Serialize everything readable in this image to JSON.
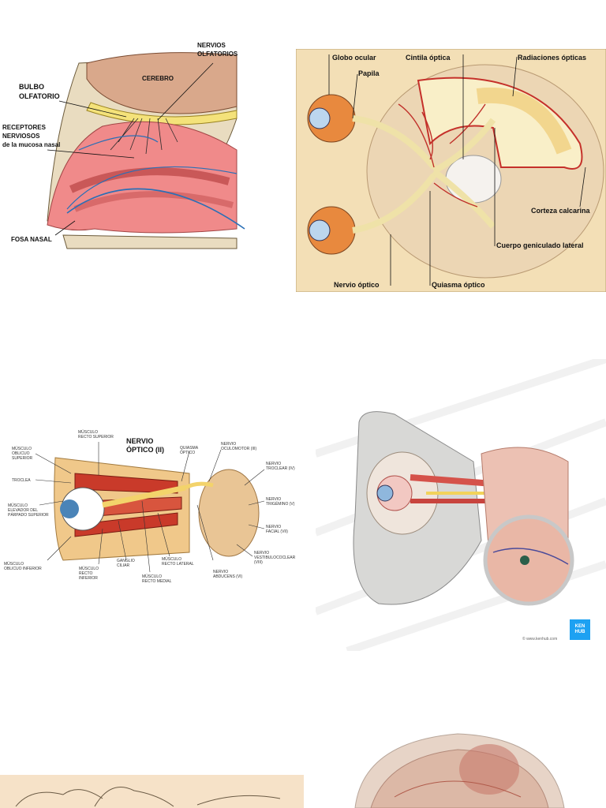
{
  "colors": {
    "page_bg": "#ffffff",
    "nasal_tissue": "#f08a8a",
    "bone": "#e9dcc0",
    "nerve": "#f3d36b",
    "airflow": "#2a6fb6",
    "brain_bg": "#f3dfb6",
    "vessel": "#c0302a",
    "kenhub_badge": "#1da1f2"
  },
  "olfactory": {
    "labels": {
      "nervios": "NERVIOS\nOLFATORIOS",
      "cerebro": "CEREBRO",
      "bulbo": "BULBO\nOLFATORIO",
      "receptores": "RECEPTORES\nNERVIOSOS\nde la mucosa nasal",
      "fosa": "FOSA NASAL"
    }
  },
  "visual_pathway": {
    "labels": {
      "globo": "Globo ocular",
      "cintila": "Cintila óptica",
      "radiaciones": "Radiaciones ópticas",
      "papila": "Papila",
      "corteza": "Corteza calcarina",
      "cuerpo": "Cuerpo geniculado lateral",
      "nervio": "Nervio óptico",
      "quiasma": "Quiasma óptico"
    }
  },
  "orbit": {
    "title": "NERVIO\nÓPTICO (II)",
    "labels": {
      "recto_sup": "MÚSCULO\nRECTO SUPERIOR",
      "quiasma": "QUIASMA\nÓPTICO",
      "oculomotor": "NERVIO\nOCULOMOTOR (III)",
      "oblicuo_sup": "MÚSCULO\nOBLICUO\nSUPERIOR",
      "troclear": "NERVIO\nTROCLEAR (IV)",
      "troclea": "TROCLEA",
      "trigemino": "NERVIO\nTRIGÉMINO (V)",
      "elevador": "MÚSCULO\nELEVADOR DEL\nPÁRPADO SUPERIOR",
      "facial": "NERVIO\nFACIAL (VII)",
      "vestibulo": "NERVIO\nVESTIBULOCOCLEAR\n(VIII)",
      "oblicuo_inf": "MÚSCULO\nOBLICUO INFERIOR",
      "ganglio": "GANGLIO\nCILIAR",
      "recto_lat": "MÚSCULO\nRECTO LATERAL",
      "abducens": "NERVIO\nABDUCENS (VI)",
      "recto_inf": "MÚSCULO\nRECTO\nINFERIOR",
      "recto_med": "MÚSCULO\nRECTO MEDIAL"
    }
  },
  "kenhub": {
    "badge": "KEN\nHUB",
    "credit": "© www.kenhub.com"
  }
}
